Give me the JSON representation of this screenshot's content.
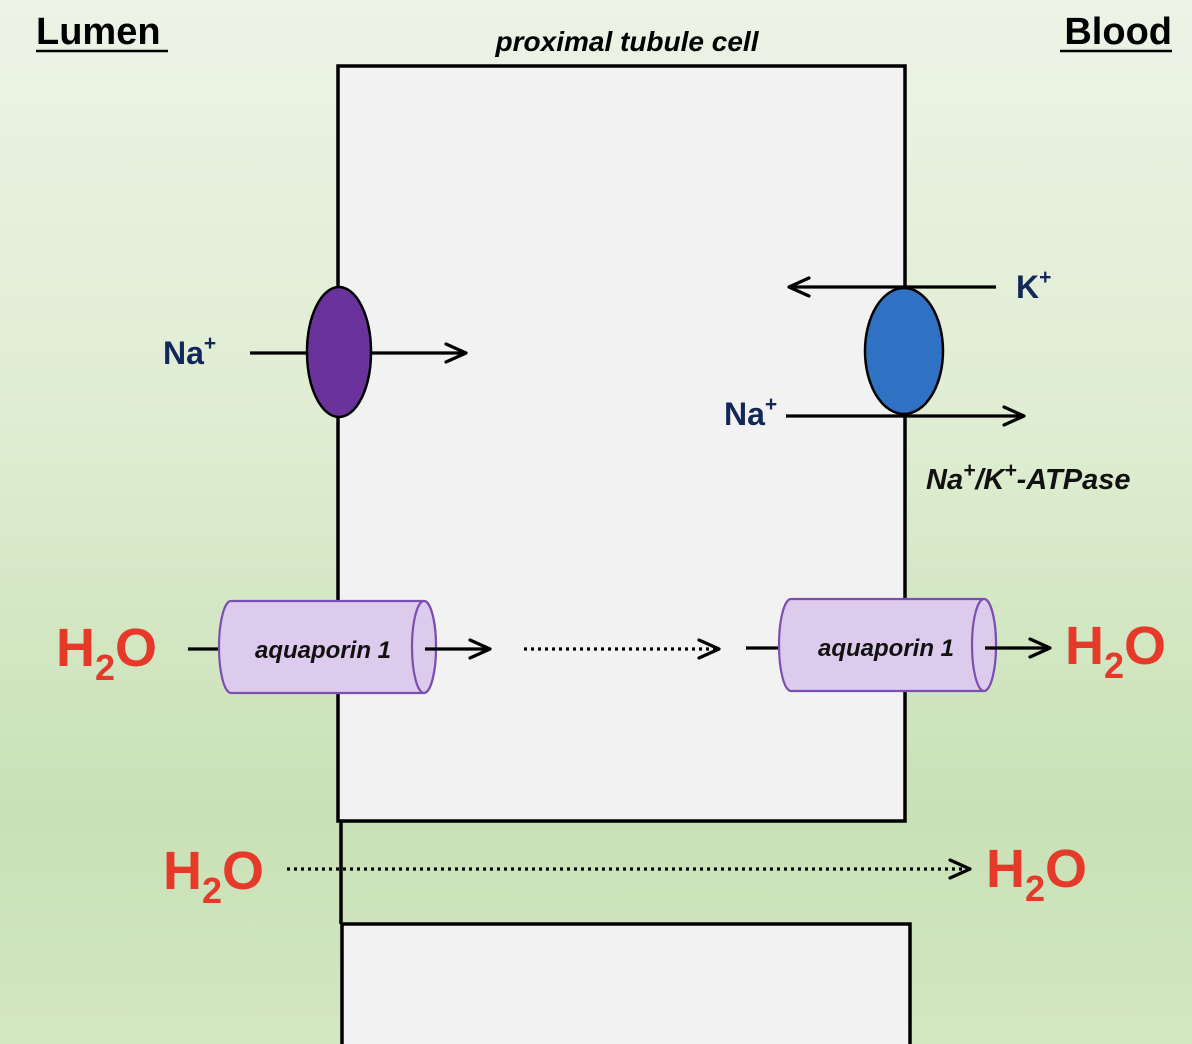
{
  "headers": {
    "lumen": "Lumen",
    "blood": "Blood"
  },
  "cell_title": "proximal tubule cell",
  "ions": {
    "na_symbol": "Na",
    "k_symbol": "K",
    "plus": "+"
  },
  "water": {
    "h": "H",
    "two": "2",
    "o": "O"
  },
  "aquaporin_label": "aquaporin 1",
  "pump": {
    "na": "Na",
    "plus": "+",
    "slash_k": "/K",
    "suffix": "-ATPase"
  },
  "colors": {
    "water_text": "#e53a2a",
    "ion_text": "#13285a",
    "cotransporter": "#6a339b",
    "pump": "#2f72c4",
    "aquaporin_fill": "#dccbed",
    "aquaporin_stroke": "#7b4fb1",
    "cell_fill": "#f2f2f2"
  }
}
